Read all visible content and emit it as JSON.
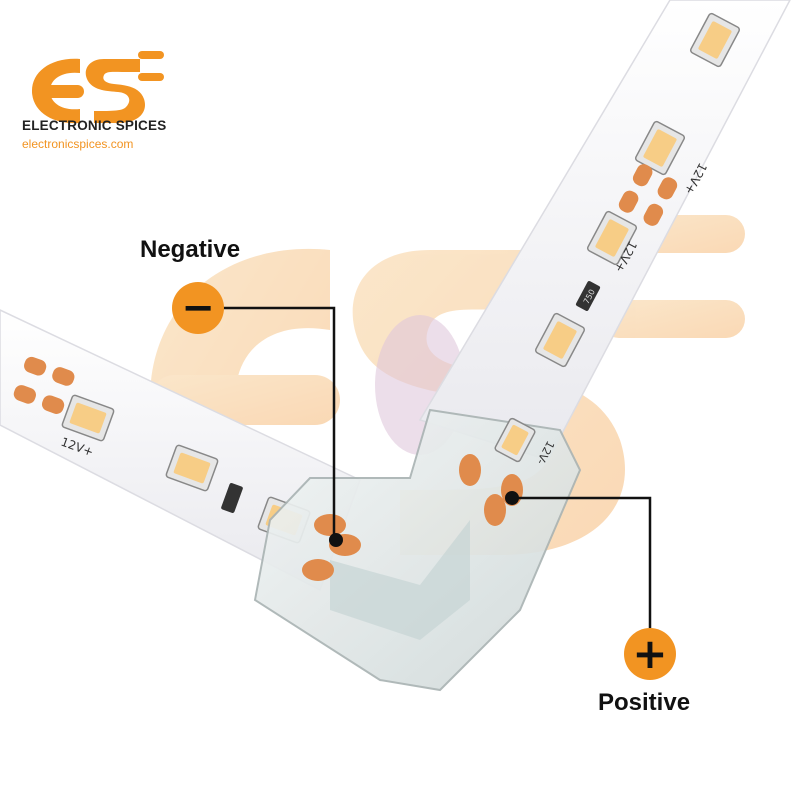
{
  "brand": {
    "name": "ELECTRONIC SPICES",
    "url": "electronicspices.com",
    "logo_color": "#f29422"
  },
  "callouts": {
    "negative": {
      "label": "Negative",
      "symbol": "−"
    },
    "positive": {
      "label": "Positive",
      "symbol": "+"
    }
  },
  "strip_markings": {
    "voltage_plus": "12V+",
    "voltage_minus": "12V-",
    "resistor_code": "750"
  },
  "colors": {
    "badge": "#f29422",
    "pad": "#e08b4c",
    "strip": "#f4f4f6",
    "led": "#f7cd86",
    "watermark": "#f6c48a"
  }
}
